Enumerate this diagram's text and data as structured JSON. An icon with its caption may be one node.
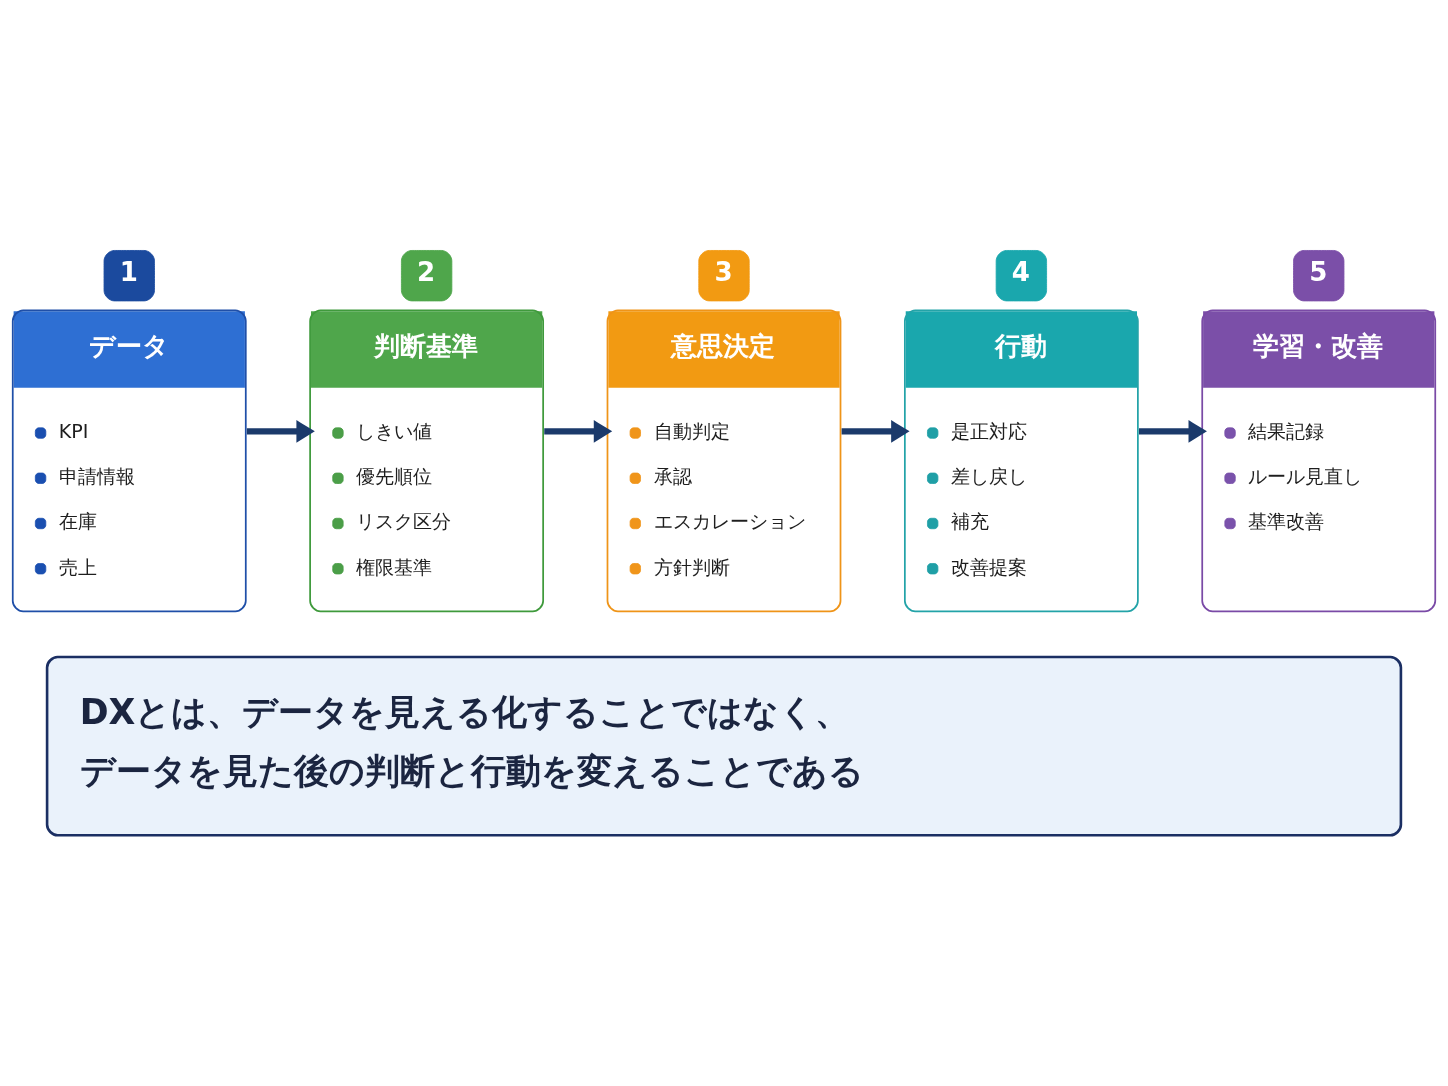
{
  "diagram": {
    "nodes": [
      {
        "text": [
          "データ",
          "KPI",
          "申請情報",
          "在庫",
          "売上"
        ],
        "beside": [
          "1"
        ]
      },
      {
        "text": [
          "判断基準",
          "しきい値",
          "優先順位",
          "リスク区分",
          "権限基準"
        ],
        "beside": [
          "2"
        ]
      },
      {
        "text": [
          "意思決定",
          "自動判定",
          "承認",
          "エスカレーション",
          "方針判断"
        ],
        "beside": [
          "3"
        ]
      },
      {
        "text": [
          "行動",
          "是正対応",
          "差し戻し",
          "補充",
          "改善提案"
        ],
        "beside": [
          "4"
        ]
      },
      {
        "text": [
          "学習・改善",
          "結果記録",
          "ルール見直し",
          "基準改善"
        ],
        "beside": [
          "5"
        ]
      },
      {
        "text": [
          "DXとは、データを見える化することではなく、データを見た後の判断と行動を変えることである"
        ]
      }
    ],
    "edges": [
      {
        "from": 0,
        "to": 1,
        "arrow": "to"
      },
      {
        "from": 1,
        "to": 2,
        "arrow": "to"
      },
      {
        "from": 2,
        "to": 3,
        "arrow": "to"
      },
      {
        "from": 3,
        "to": 4,
        "arrow": "to"
      }
    ]
  }
}
